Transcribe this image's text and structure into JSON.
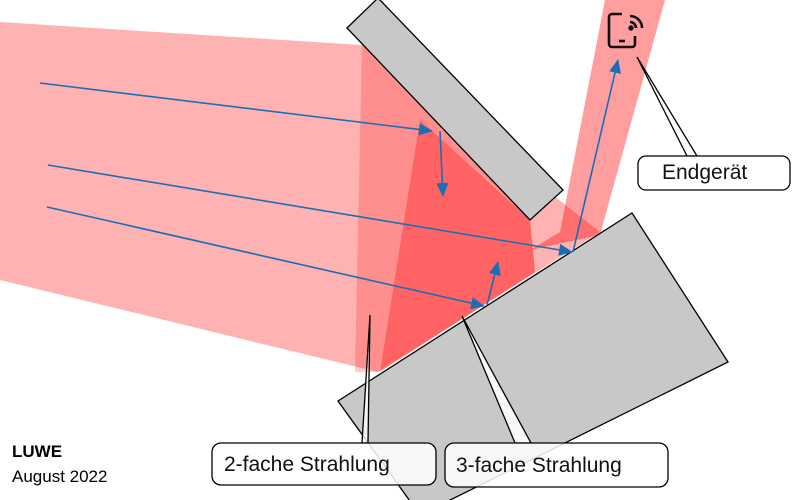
{
  "labels": {
    "device": "Endgerät",
    "double": "2-fache Strahlung",
    "triple": "3-fache Strahlung"
  },
  "credit": {
    "author": "LUWE",
    "date": "August 2022"
  },
  "icons": {
    "device": "smartphone-wifi-icon"
  },
  "colors": {
    "beam": "#ff0000",
    "arrow": "#1a6fb4",
    "reflector": "#c8c8c8"
  }
}
